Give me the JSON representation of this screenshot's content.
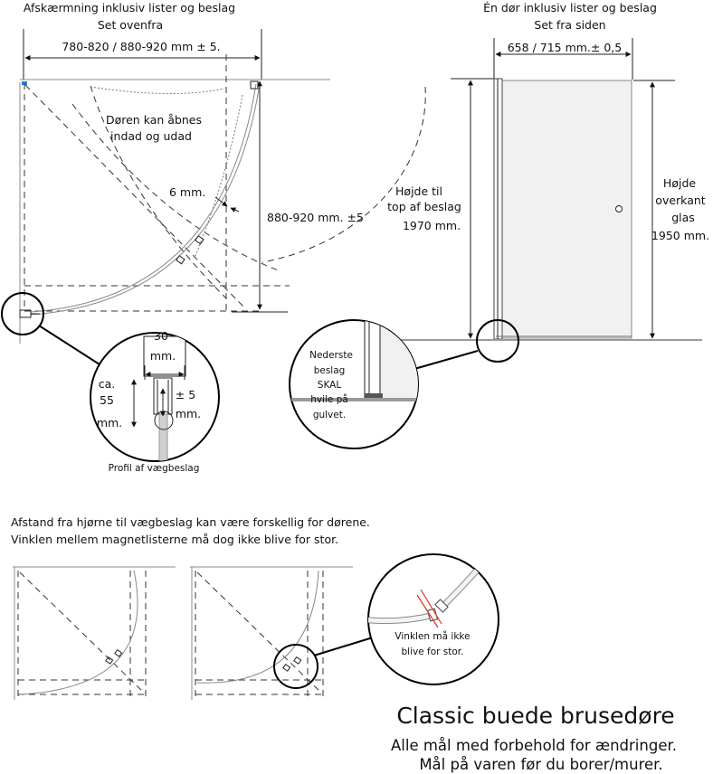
{
  "top_view": {
    "title_line1": "Afskærmning inklusiv lister og beslag",
    "title_line2": "Set ovenfra",
    "width_dim": "780-820 / 880-920 mm ± 5.",
    "door_note_line1": "Døren kan åbnes",
    "door_note_line2": "indad og udad",
    "gap_dim": "6 mm.",
    "depth_dim": "880-920 mm. ±5"
  },
  "side_view": {
    "title_line1": "Én dør inklusiv lister og beslag",
    "title_line2": "Set fra siden",
    "width_dim": "658 / 715  mm.± 0,5",
    "left_height_line1": "Højde til",
    "left_height_line2": "top af beslag",
    "left_height_line3": "1970 mm.",
    "right_height_line1": "Højde",
    "right_height_line2": "overkant",
    "right_height_line3": "glas",
    "right_height_line4": "1950 mm."
  },
  "profile_detail": {
    "width_line1": "30",
    "width_line2": "mm.",
    "height_line1": "ca.",
    "height_line2": "55",
    "height_line3": "mm.",
    "tol_line1": "± 5",
    "tol_line2": "mm.",
    "caption": "Profil af vægbeslag"
  },
  "bottom_detail": {
    "line1": "Nederste",
    "line2": "beslag",
    "line3": "SKAL",
    "line4": "hvile på",
    "line5": "gulvet."
  },
  "note": {
    "line1": "Afstand fra hjørne til vægbeslag kan være forskellig for dørene.",
    "line2": "Vinklen mellem magnetlisterne må dog ikke blive for stor."
  },
  "angle_detail": {
    "line1": "Vinklen må ikke",
    "line2": "blive for stor."
  },
  "footer": {
    "title": "Classic buede brusedøre",
    "line1": "Alle mål med forbehold for ændringer.",
    "line2": "Mål på varen før du borer/murer."
  },
  "colors": {
    "line": "#111111",
    "glass": "#f1f1f1",
    "floor": "#9a9a9a",
    "warning": "#e0301e"
  }
}
